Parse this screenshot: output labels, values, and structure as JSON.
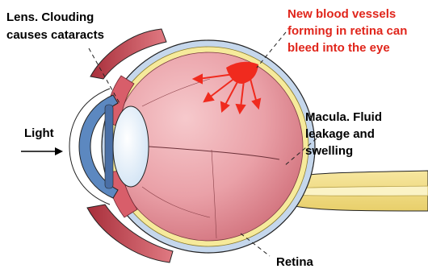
{
  "labels": {
    "lens_line1": "Lens. Clouding",
    "lens_line2": "causes cataracts",
    "vessels_line1": "New blood vessels",
    "vessels_line2": "forming in retina can",
    "vessels_line3": "bleed into the eye",
    "light": "Light",
    "macula_line1": "Macula. Fluid",
    "macula_line2": "leakage and",
    "macula_line3": "swelling",
    "retina": "Retina"
  },
  "colors": {
    "label_text": "#000000",
    "vessel_label_text": "#e0251b",
    "eyeball_fill": "#eaa1a8",
    "vessel_red": "#f02a1e",
    "retina_yellow": "#f6ea9b",
    "sclera_blue": "#c5d7ec",
    "cornea_blue": "#5c88c0",
    "lens_fill": "#e6f1fb",
    "eyelid": "#c94650"
  }
}
